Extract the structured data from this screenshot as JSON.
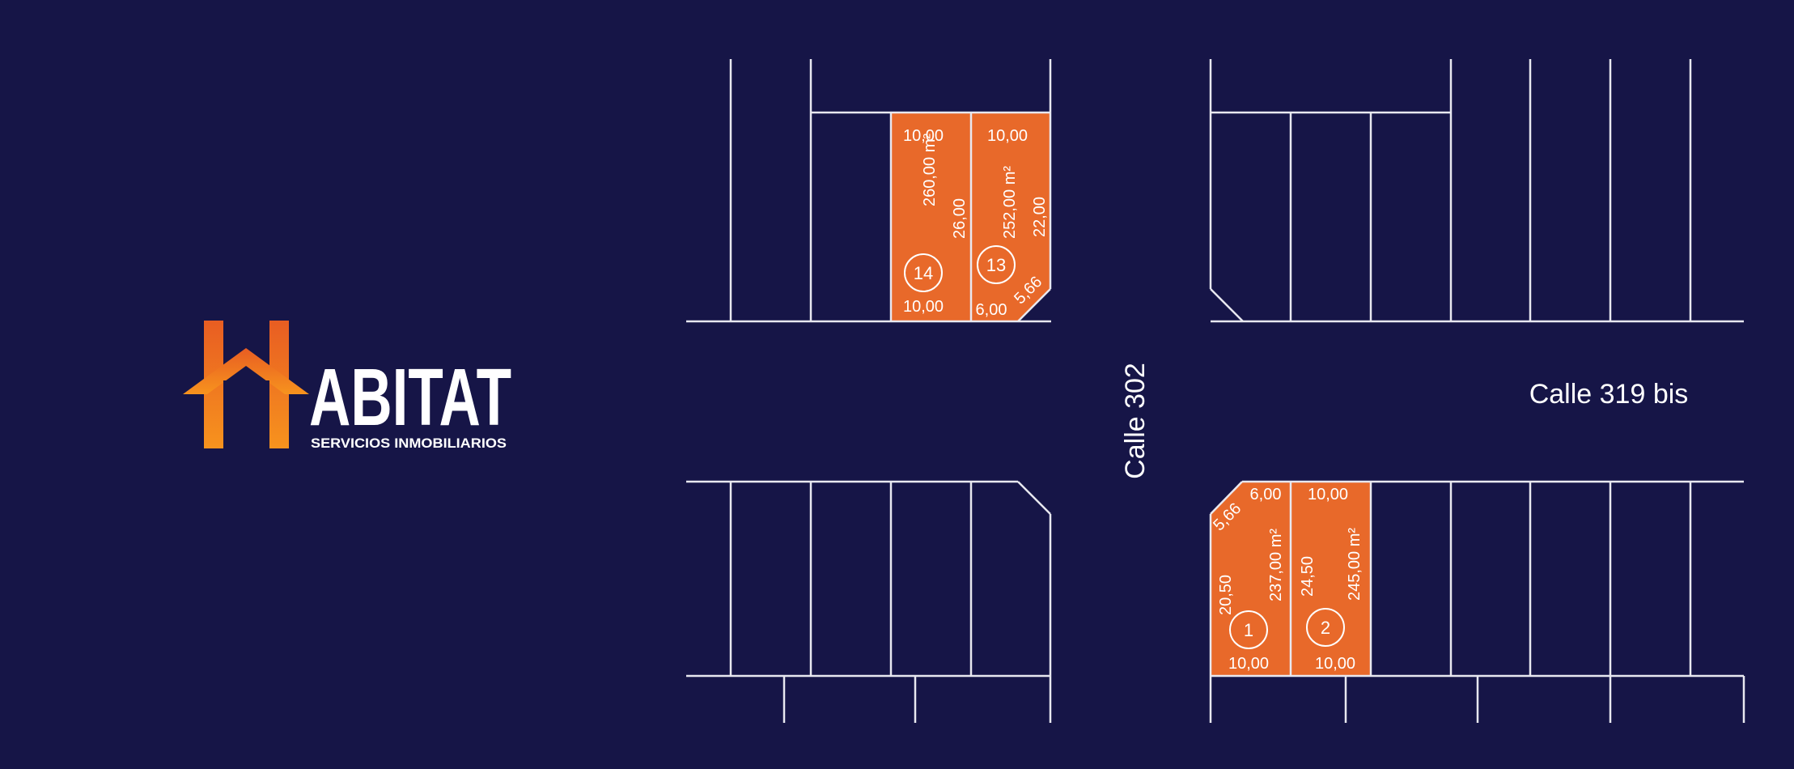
{
  "colors": {
    "background": "#161547",
    "line": "#e8e8f0",
    "lot_fill": "#e8692a",
    "text": "#ffffff",
    "logo_orange_light": "#f7931e",
    "logo_orange_dark": "#e85d22"
  },
  "logo": {
    "word": "ABITAT",
    "tagline": "SERVICIOS INMOBILIARIOS"
  },
  "streets": {
    "vertical": "Calle 302",
    "horizontal": "Calle 319 bis"
  },
  "lots": {
    "lot14": {
      "number": "14",
      "front": "10,00",
      "back": "10,00",
      "side": "26,00",
      "area": "260,00 m²"
    },
    "lot13": {
      "number": "13",
      "front": "10,00",
      "side": "22,00",
      "area": "252,00 m²",
      "chamfer": "5,66",
      "bottom": "6,00"
    },
    "lot1": {
      "number": "1",
      "top": "6,00",
      "chamfer": "5,66",
      "side": "20,50",
      "area": "237,00 m²",
      "bottom": "10,00"
    },
    "lot2": {
      "number": "2",
      "top": "10,00",
      "side": "24,50",
      "area": "245,00 m²",
      "bottom": "10,00"
    }
  }
}
